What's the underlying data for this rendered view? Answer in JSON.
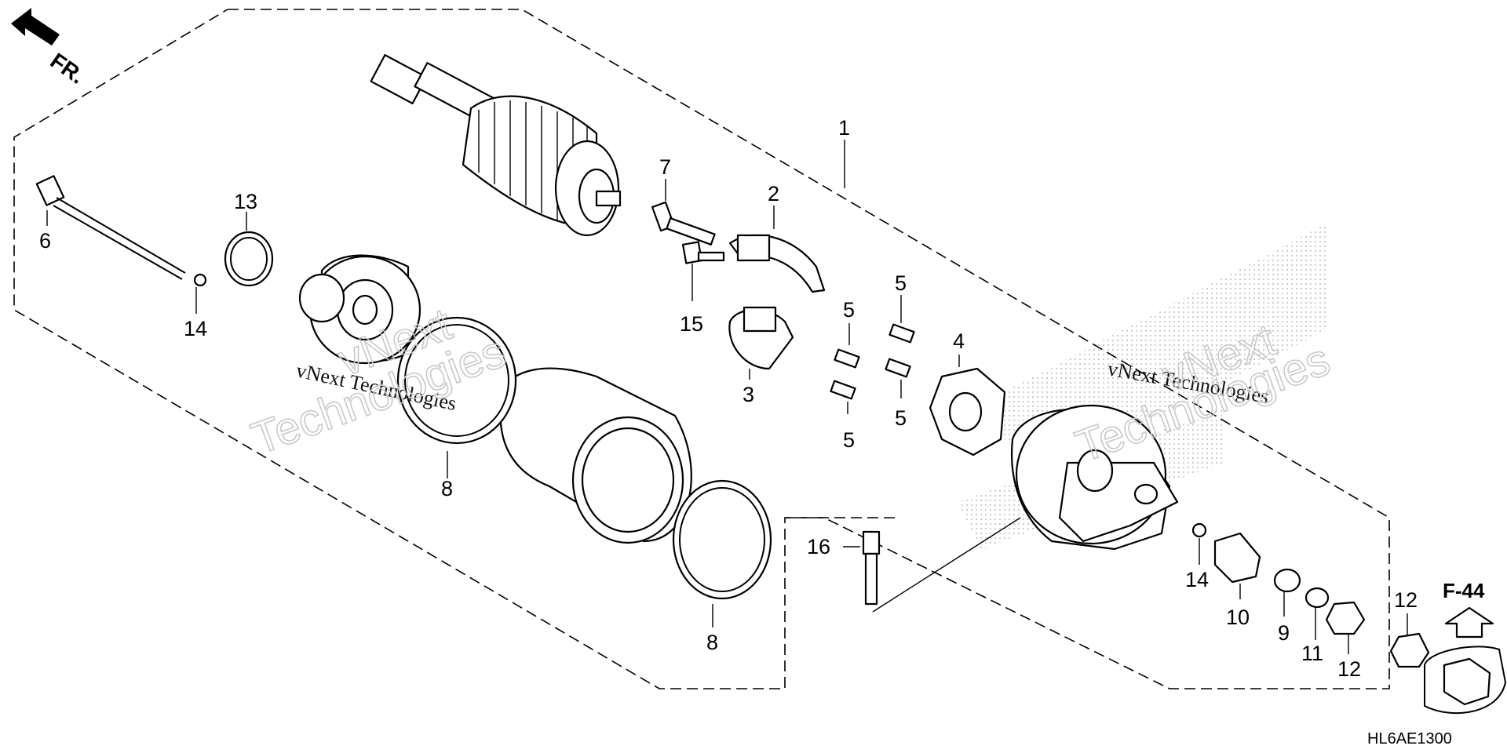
{
  "front_marker": {
    "label": "FR."
  },
  "watermark": {
    "line1": "vNext Technologies",
    "big1": "vNext",
    "big2": "Technologies"
  },
  "reference": {
    "label": "F-44"
  },
  "diagram_code": "HL6AE1300",
  "callouts": {
    "c1": "1",
    "c2": "2",
    "c3": "3",
    "c4": "4",
    "c5a": "5",
    "c5b": "5",
    "c5c": "5",
    "c5d": "5",
    "c6": "6",
    "c7": "7",
    "c8a": "8",
    "c8b": "8",
    "c9": "9",
    "c10": "10",
    "c11": "11",
    "c12a": "12",
    "c12b": "12",
    "c13": "13",
    "c14a": "14",
    "c14b": "14",
    "c15": "15",
    "c16": "16"
  }
}
